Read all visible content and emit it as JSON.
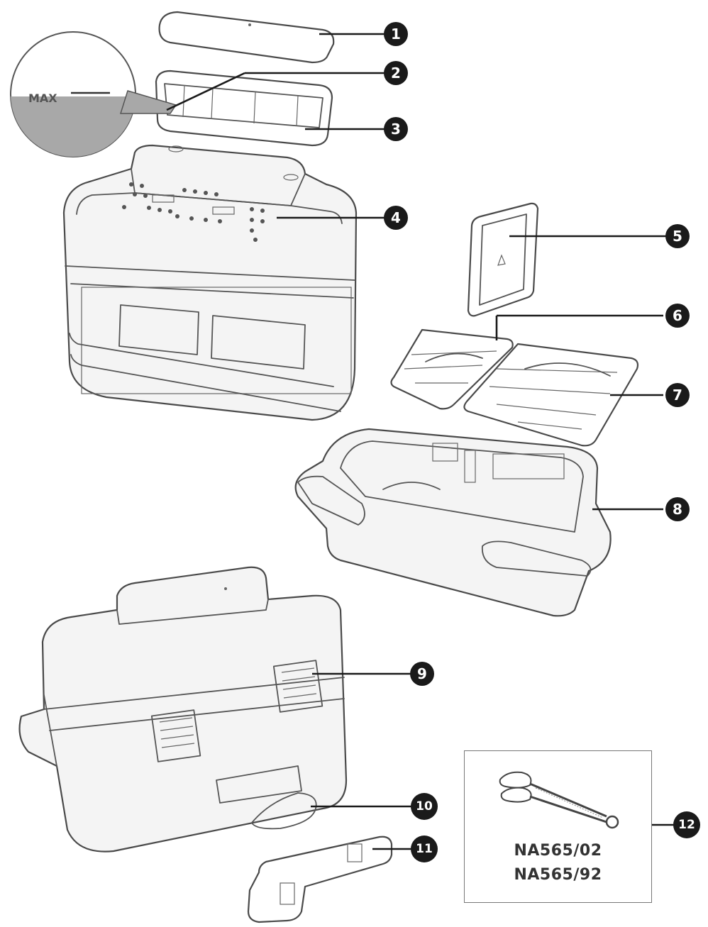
{
  "callouts": [
    "1",
    "2",
    "3",
    "4",
    "5",
    "6",
    "7",
    "8",
    "9",
    "10",
    "11",
    "12"
  ],
  "max_label": "MAX",
  "accessory": {
    "models": [
      "NA565/02",
      "NA565/92"
    ]
  },
  "icons": {
    "tongs": "tongs-icon"
  },
  "colors": {
    "badge": "#1a1a1a",
    "outline": "#4a4a4a",
    "water": "#a8a8a8"
  }
}
